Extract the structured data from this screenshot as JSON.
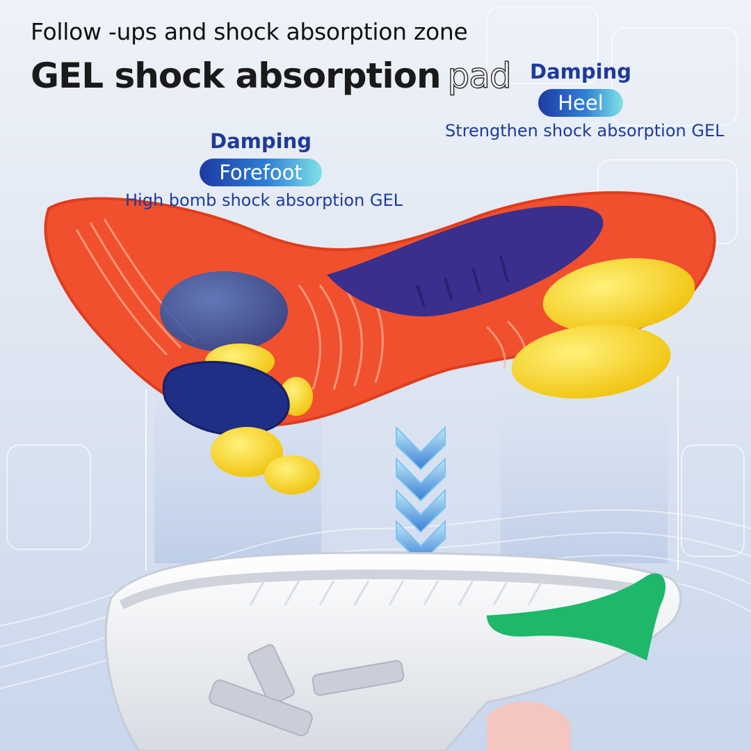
{
  "header": {
    "subtitle": "Follow -ups and shock absorption zone",
    "title_main": "GEL shock absorption",
    "title_outline": "pad"
  },
  "zones": {
    "heel": {
      "heading": "Damping",
      "tag": "Heel",
      "description": "Strengthen shock absorption GEL"
    },
    "forefoot": {
      "heading": "Damping",
      "tag": "Forefoot",
      "description": "High bomb shock absorption GEL"
    }
  },
  "colors": {
    "insole_orange": "#f0502e",
    "arch_navy": "#3a2f8c",
    "gel_yellow": "#f5d21a",
    "forefoot_blue": "#2c5aa8",
    "heel_accent_green": "#1eb86a",
    "label_blue": "#1f3a9a"
  }
}
